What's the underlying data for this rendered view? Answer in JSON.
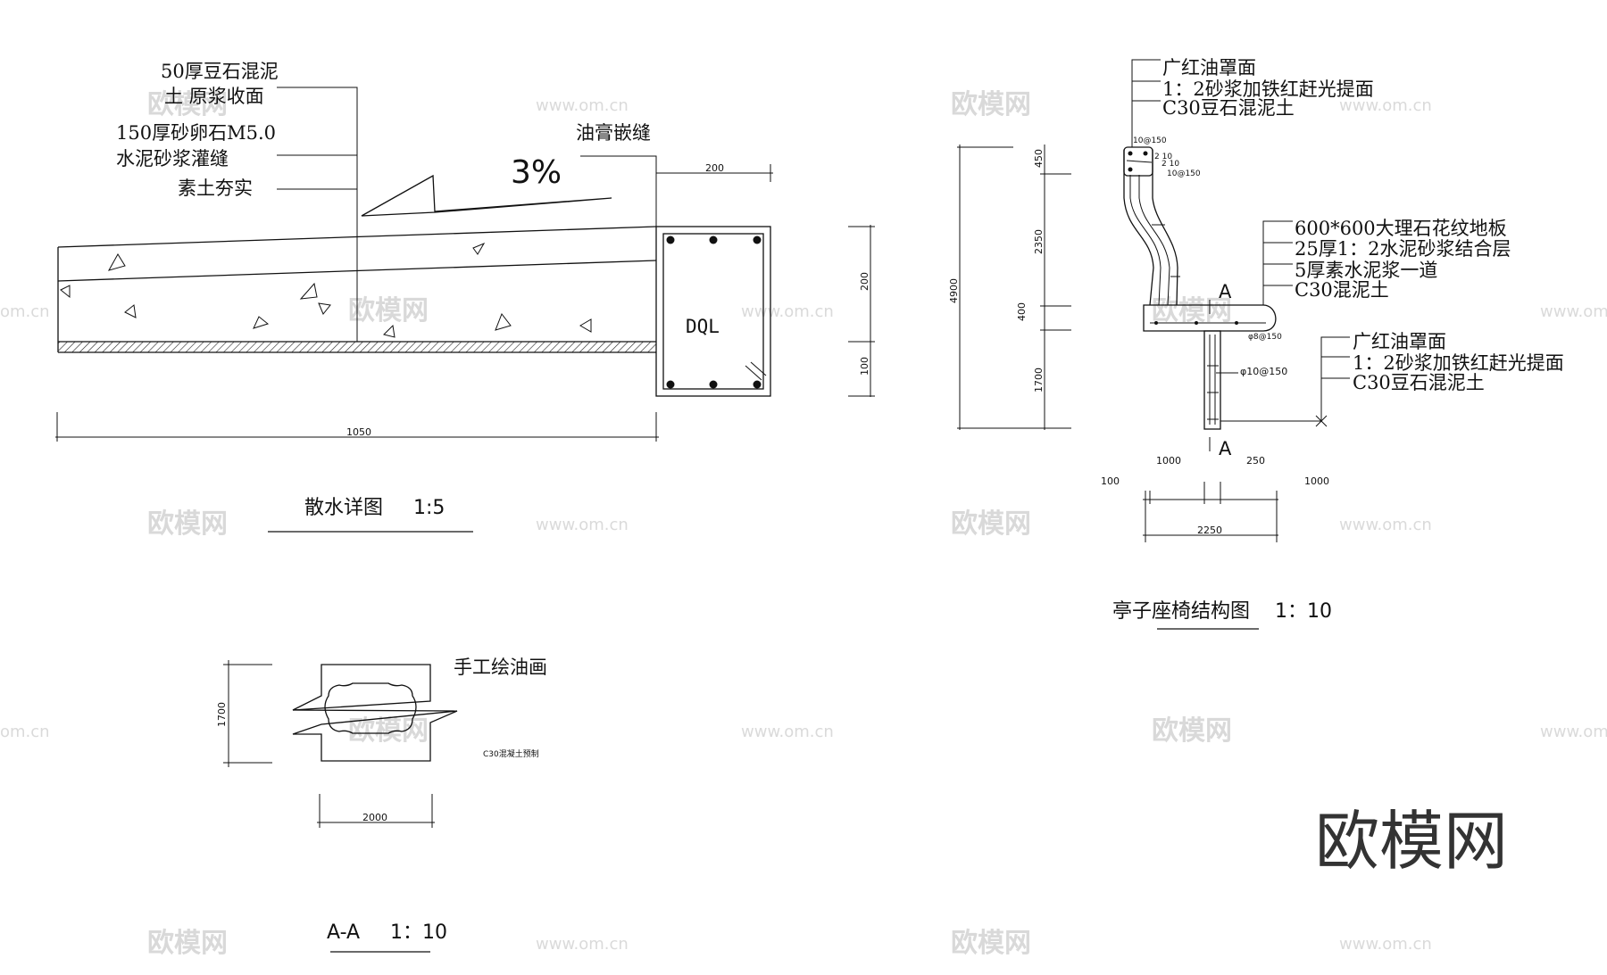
{
  "watermark": {
    "brand": "欧模网",
    "url": "www.om.cn",
    "url_short": "om.cn"
  },
  "drainage_detail": {
    "layer_labels": [
      "50厚豆石混泥",
      "土 原浆收面",
      "150厚砂卵石M5.0",
      "水泥砂浆灌缝",
      "素土夯实"
    ],
    "joint_label": "油膏嵌缝",
    "slope": "3%",
    "beam_label": "DQL",
    "dims": {
      "beam_width": "200",
      "beam_upper": "200",
      "beam_lower": "100",
      "total_length": "1050"
    },
    "title": "散水详图",
    "scale": "1:5"
  },
  "bench_detail": {
    "top_labels": [
      "广红油罩面",
      "1：2砂浆加铁红赶光提面",
      "C30豆石混泥土"
    ],
    "rebar_labels": [
      "10@150",
      "2 10",
      "2 10",
      "10@150"
    ],
    "floor_labels": [
      "600*600大理石花纹地板",
      "25厚1：2水泥砂浆结合层",
      "5厚素水泥浆一道",
      "C30混泥土"
    ],
    "base_labels": [
      "广红油罩面",
      "1：2砂浆加铁红赶光提面",
      "C30豆石混泥土"
    ],
    "rebar_mid": "φ10@150",
    "rebar_small": "φ8@150",
    "section_marker": "A",
    "vertical_dims": {
      "total": "4900",
      "d1": "450",
      "d2": "2350",
      "d3": "400",
      "d4": "1700"
    },
    "horizontal_dims": {
      "h1": "100",
      "h2": "1000",
      "h3": "250",
      "h4": "1000",
      "total": "2250"
    },
    "title": "亭子座椅结构图",
    "scale": "1：10"
  },
  "section_aa": {
    "label": "手工绘油画",
    "material": "C30混凝土预制",
    "dims": {
      "height": "1700",
      "width": "2000"
    },
    "title": "A-A",
    "scale": "1：10"
  }
}
